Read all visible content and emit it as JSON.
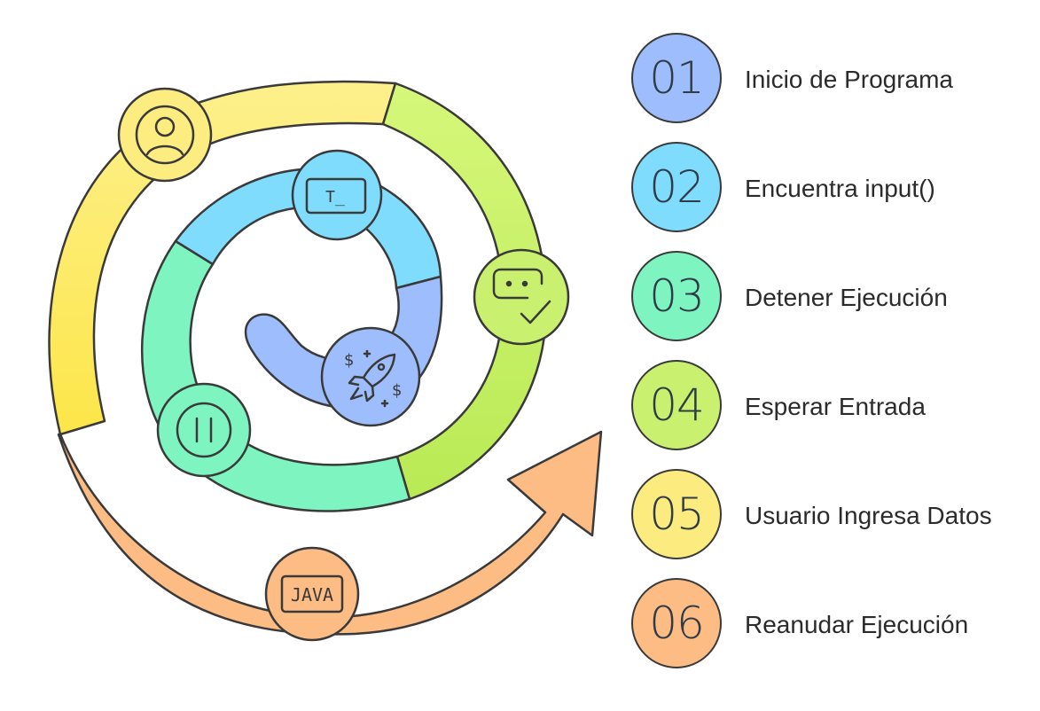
{
  "steps": [
    {
      "number": "01",
      "label": "Inicio de Programa",
      "color": "#9dbdfc",
      "icon": "rocket-icon"
    },
    {
      "number": "02",
      "label": "Encuentra input()",
      "color": "#7fdcfc",
      "icon": "terminal-icon"
    },
    {
      "number": "03",
      "label": "Detener Ejecución",
      "color": "#7ef5c0",
      "icon": "pause-icon"
    },
    {
      "number": "04",
      "label": "Esperar Entrada",
      "color": "#c9f06e",
      "icon": "input-check-icon"
    },
    {
      "number": "05",
      "label": "Usuario Ingresa Datos",
      "color": "#fcec80",
      "icon": "user-icon"
    },
    {
      "number": "06",
      "label": "Reanudar Ejecución",
      "color": "#fcbc84",
      "icon": "java-icon"
    }
  ],
  "icon_text": {
    "terminal": "T_",
    "java": "JAVA"
  },
  "colors": {
    "stroke": "#3a3a3a",
    "text": "#2b2b2b",
    "number": "#2f3b46"
  }
}
